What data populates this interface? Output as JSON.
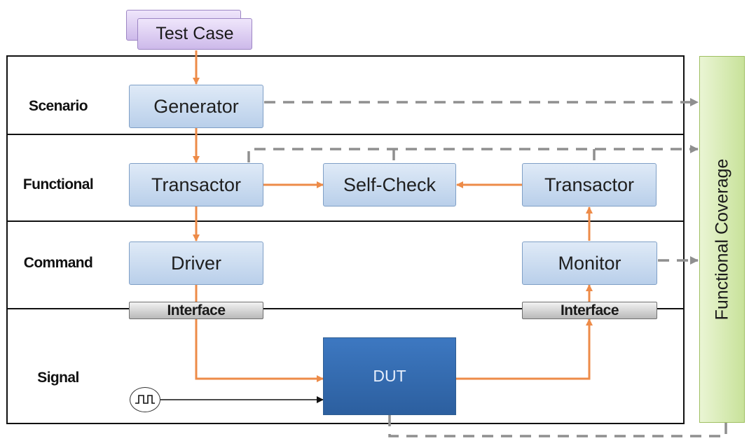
{
  "test_case": {
    "label": "Test Case"
  },
  "layers": {
    "scenario": "Scenario",
    "functional": "Functional",
    "command": "Command",
    "signal": "Signal"
  },
  "blocks": {
    "generator": "Generator",
    "transactor_left": "Transactor",
    "self_check": "Self-Check",
    "transactor_right": "Transactor",
    "driver": "Driver",
    "monitor": "Monitor",
    "interface_left": "Interface",
    "interface_right": "Interface",
    "dut": "DUT"
  },
  "coverage": {
    "label": "Functional Coverage"
  },
  "colors": {
    "data_flow_arrow": "#ed8b48",
    "coverage_arrow": "#8f8f8f",
    "block_fill": "#c9daf0",
    "dut_fill": "#3468ad",
    "coverage_fill": "#d8ebb5",
    "test_case_fill": "#ddd0f2"
  }
}
